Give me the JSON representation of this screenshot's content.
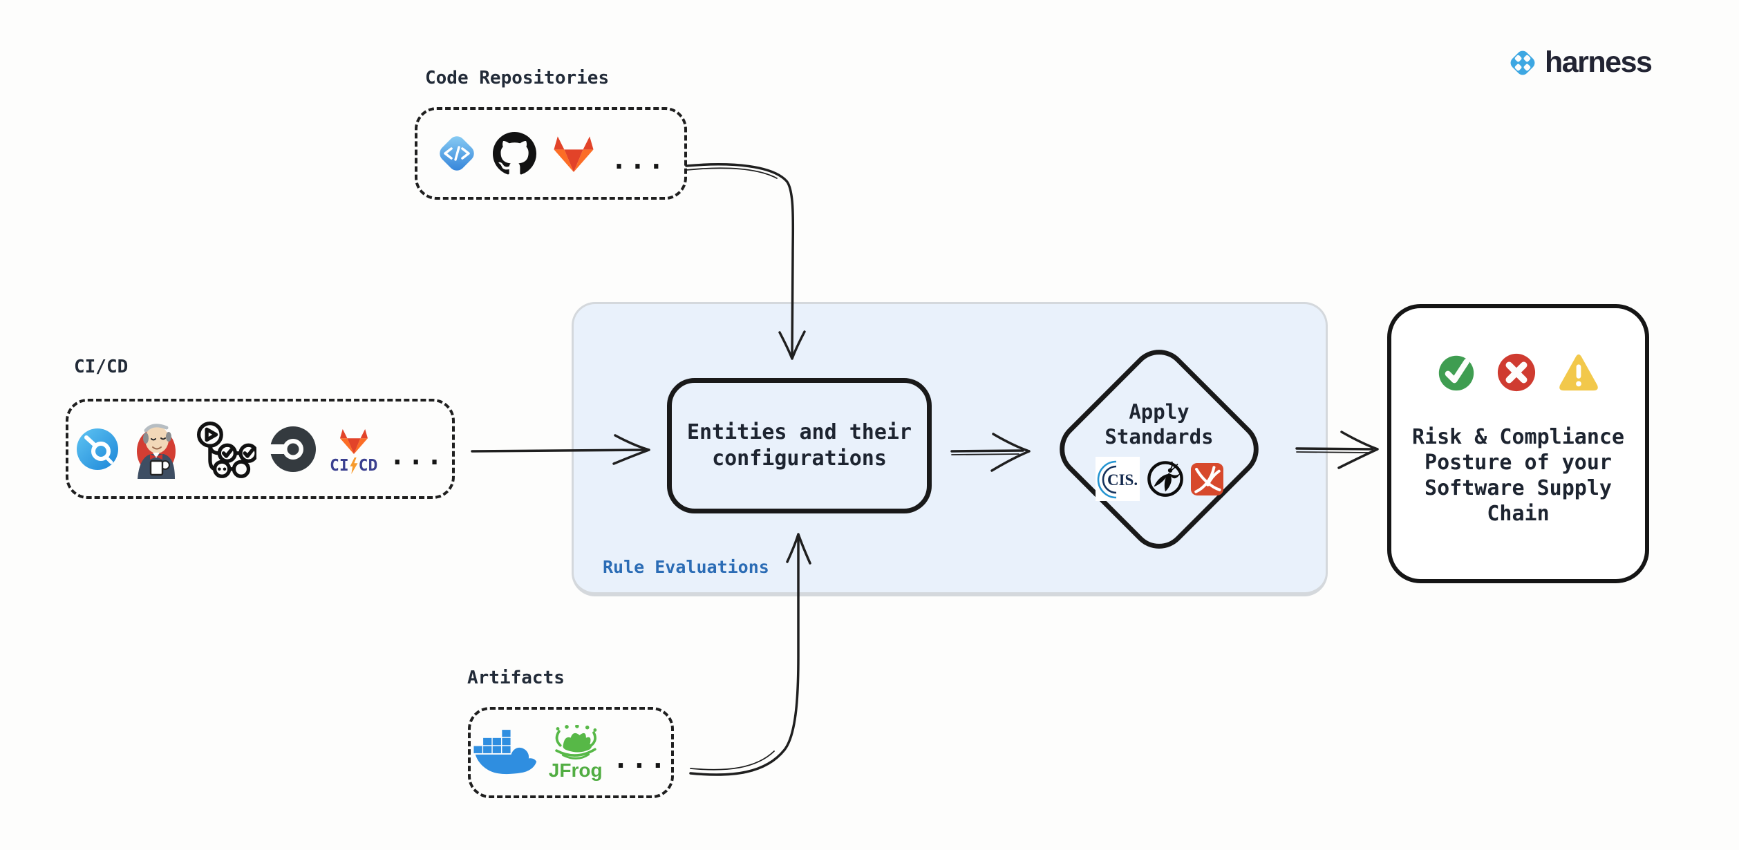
{
  "brand": {
    "name": "harness"
  },
  "sources": {
    "code_repositories": {
      "label": "Code Repositories",
      "icons": [
        "harness-code",
        "github",
        "gitlab"
      ],
      "more": "..."
    },
    "cicd": {
      "label": "CI/CD",
      "icons": [
        "harness-ci",
        "jenkins",
        "github-actions",
        "circleci",
        "gitlab-cicd"
      ],
      "gitlab_ci": "CI",
      "gitlab_cd": "CD",
      "more": "..."
    },
    "artifacts": {
      "label": "Artifacts",
      "icons": [
        "docker",
        "jfrog"
      ],
      "jfrog_label": "JFrog",
      "more": "..."
    }
  },
  "rule_evaluations": {
    "label": "Rule Evaluations",
    "entities_box": {
      "line1": "Entities and their",
      "line2": "configurations"
    },
    "apply_standards": {
      "line1": "Apply",
      "line2": "Standards",
      "cis_label": "CIS.",
      "icons": [
        "cis",
        "owasp",
        "openssf"
      ]
    }
  },
  "result": {
    "icons": [
      "check",
      "cross",
      "warning"
    ],
    "lines": [
      "Risk & Compliance",
      "Posture of your",
      "Software Supply",
      "Chain"
    ]
  },
  "colors": {
    "accent_blue": "#2b6cb5",
    "panel_fill": "#e9f1fb",
    "stroke": "#1f1f1f",
    "harness_blue": "#3da7e2",
    "check_green": "#3f9d51",
    "cross_red": "#cf3b30",
    "warning_yellow": "#f2c84b"
  }
}
